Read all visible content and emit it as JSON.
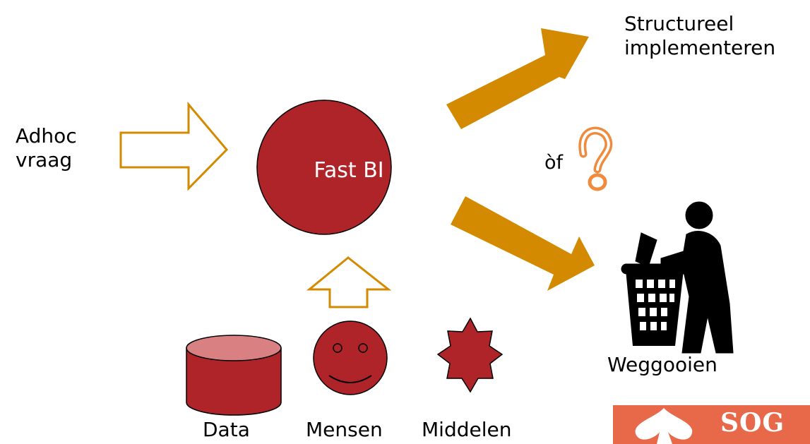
{
  "center": {
    "label": "Fast BI"
  },
  "input": {
    "line1": "Adhoc",
    "line2": "vraag"
  },
  "outcomes": {
    "top": {
      "line1": "Structureel",
      "line2": "implementeren"
    },
    "or_label": "òf",
    "bottom": {
      "label": "Weggooien"
    }
  },
  "resources": {
    "data": "Data",
    "people": "Mensen",
    "means": "Middelen"
  },
  "logo": {
    "text": "SOG"
  },
  "colors": {
    "circle": "#ae2429",
    "arrow_outline": "#d48a00",
    "arrow_fill": "#d48a00",
    "question": "#f08a3c"
  }
}
